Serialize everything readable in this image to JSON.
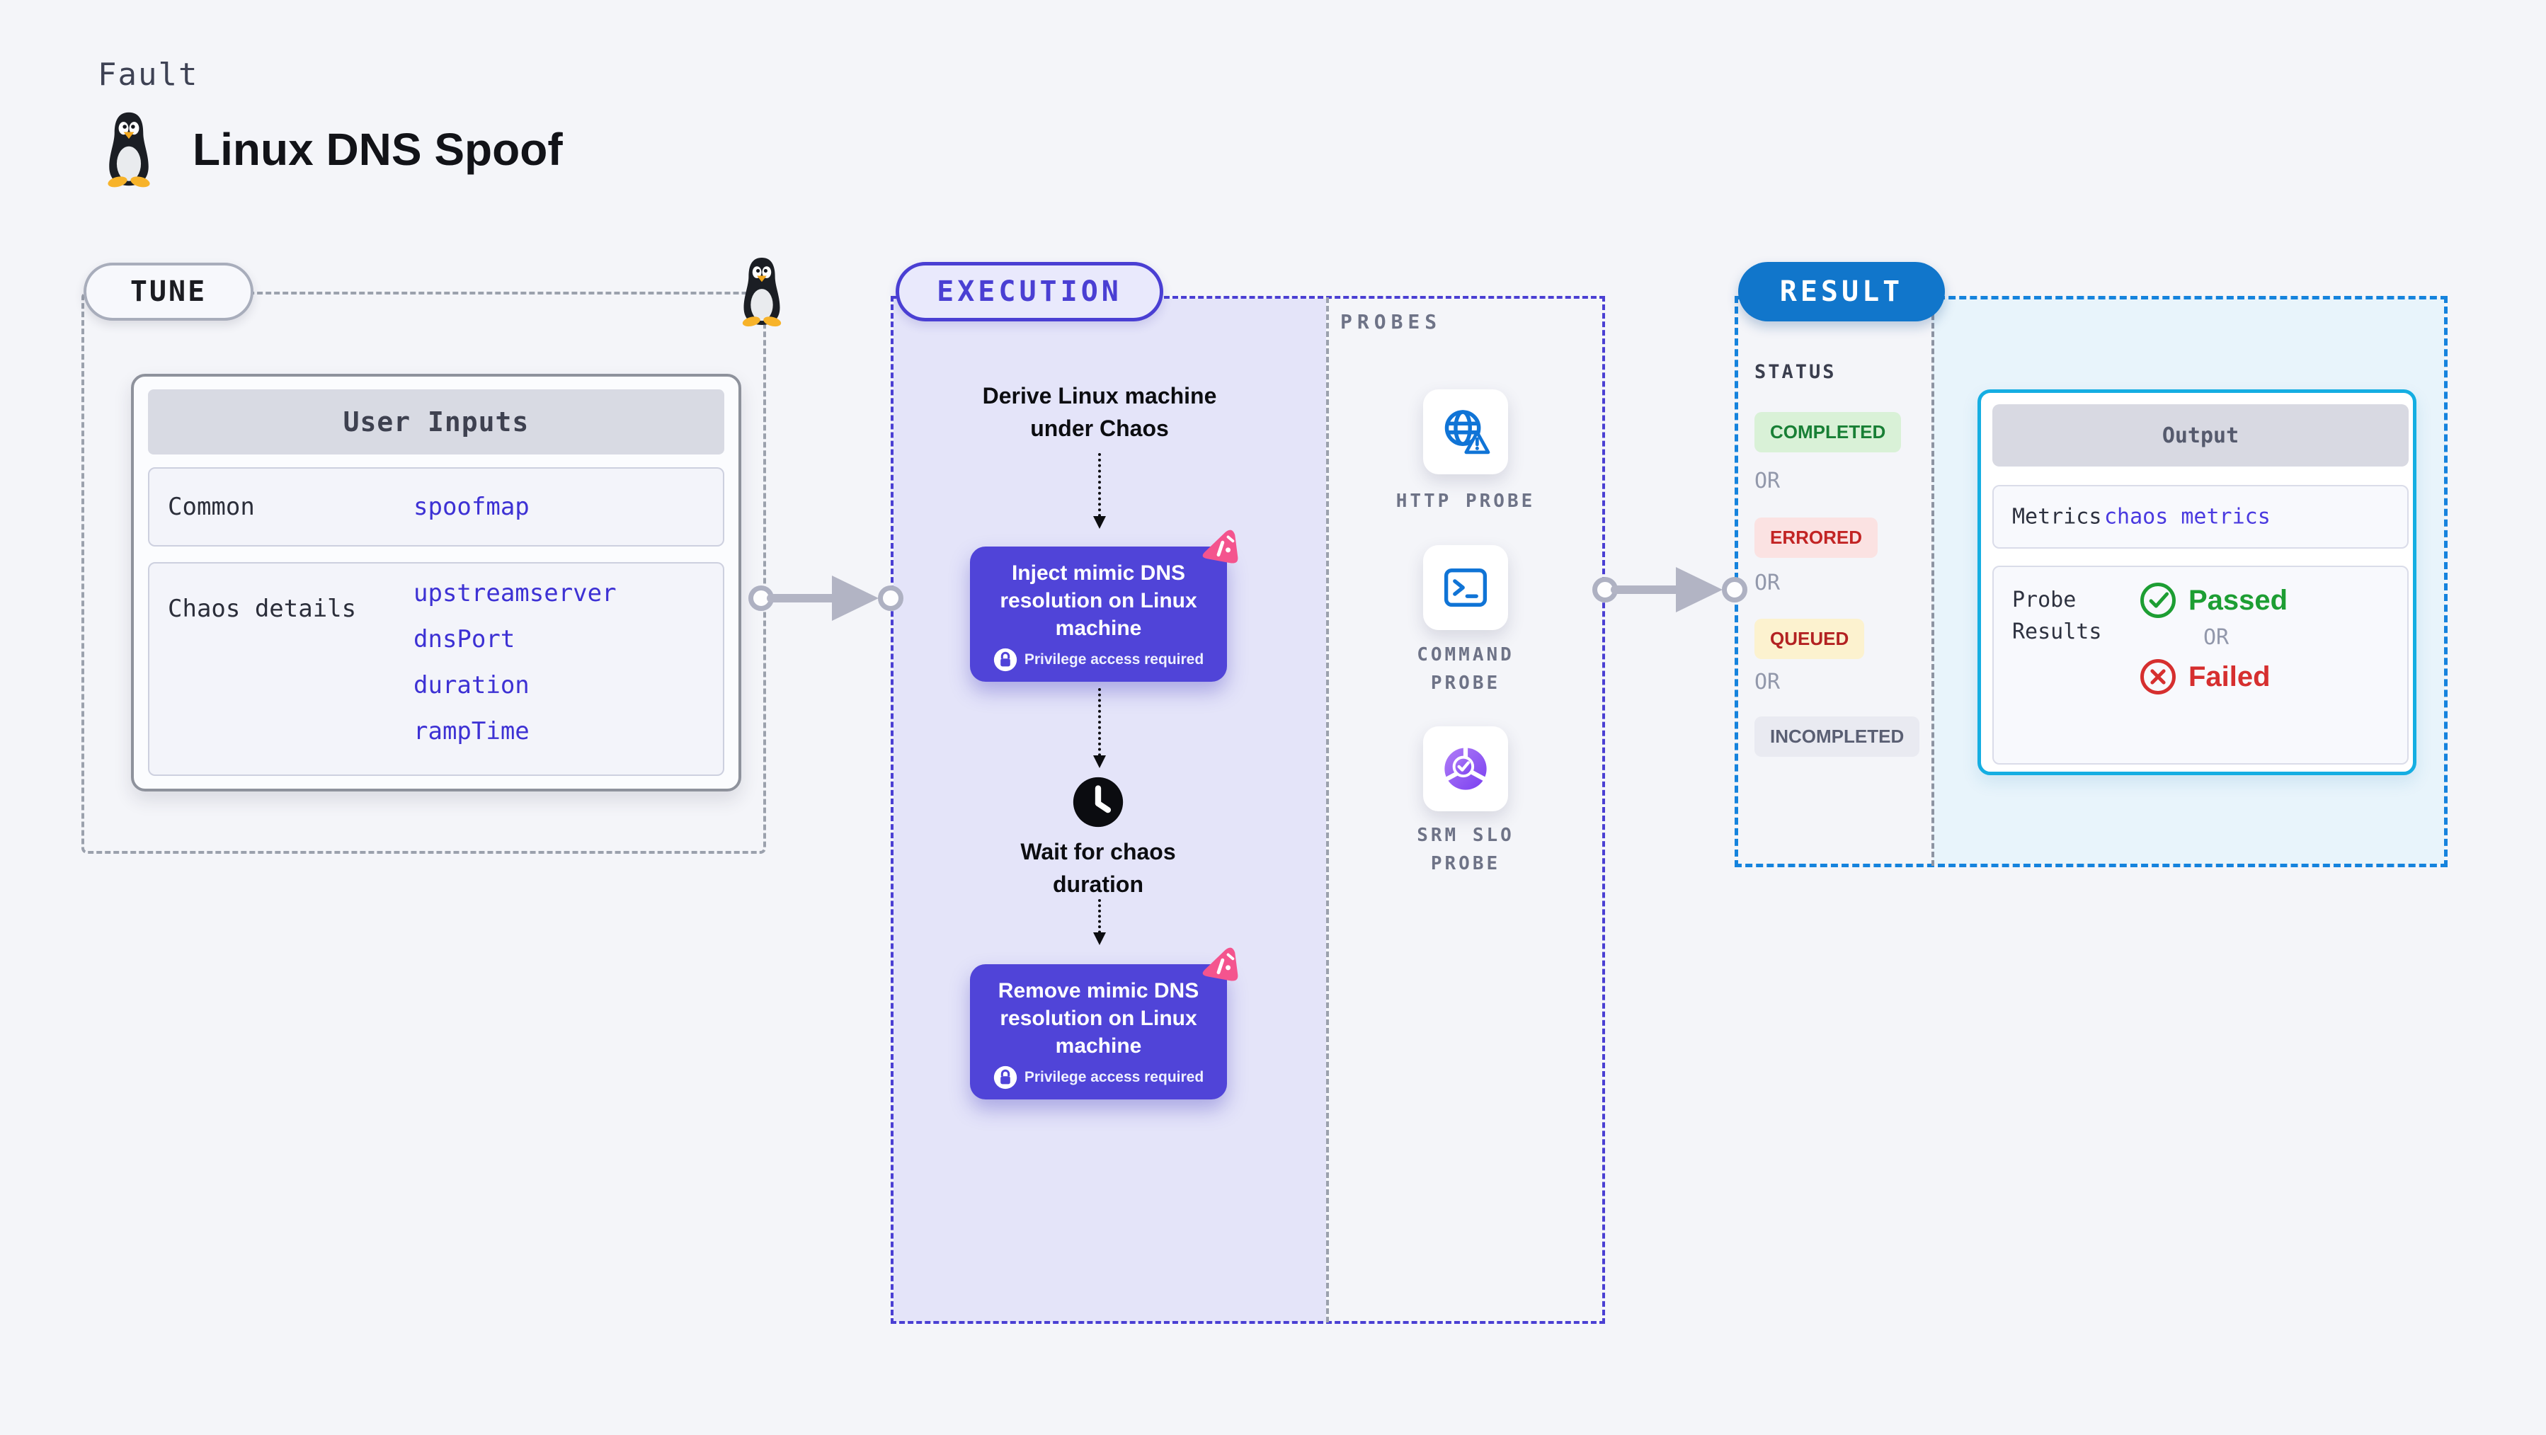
{
  "header": {
    "kicker": "Fault",
    "title": "Linux DNS Spoof"
  },
  "tune": {
    "pill": "TUNE",
    "table": {
      "header": "User Inputs",
      "rows": [
        {
          "label": "Common",
          "values": [
            "spoofmap"
          ]
        },
        {
          "label": "Chaos details",
          "values": [
            "upstreamserver",
            "dnsPort",
            "duration",
            "rampTime"
          ]
        }
      ]
    }
  },
  "execution": {
    "pill": "EXECUTION",
    "derive_step": "Derive Linux machine under Chaos",
    "inject_step": "Inject mimic DNS resolution on Linux machine",
    "wait_step": "Wait for chaos duration",
    "remove_step": "Remove mimic DNS resolution on Linux machine",
    "privilege_note": "Privilege access required"
  },
  "probes": {
    "label": "PROBES",
    "items": [
      "HTTP PROBE",
      "COMMAND PROBE",
      "SRM SLO PROBE"
    ]
  },
  "result": {
    "pill": "RESULT",
    "status": {
      "label": "STATUS",
      "or": "OR",
      "items": [
        "COMPLETED",
        "ERRORED",
        "QUEUED",
        "INCOMPLETED"
      ]
    },
    "output": {
      "header": "Output",
      "metrics_label": "Metrics",
      "metrics_value": "chaos metrics",
      "probe_results_label": "Probe Results",
      "passed": "Passed",
      "or": "OR",
      "failed": "Failed"
    }
  },
  "icons": [
    "tux-linux-icon",
    "chaos-paw-icon",
    "lock-icon",
    "clock-icon",
    "globe-alert-icon",
    "terminal-icon",
    "slo-donut-check-icon",
    "check-circle-icon",
    "x-circle-icon",
    "arrow-right-connector"
  ],
  "colors": {
    "page_bg": "#f4f5f9",
    "indigo_border": "#4a3fd3",
    "indigo_box": "#5044d8",
    "lavender_fill": "#e4e4f9",
    "result_blue": "#1176cb",
    "result_dash": "#1583dd",
    "cyan_fill": "#e8f4fb",
    "cyan_border": "#15aee2",
    "pink_paw": "#f4548e",
    "value_indigo": "#3d31d4",
    "passed_green": "#1d9e33",
    "failed_red": "#d62f2f",
    "completed_bg": "#d9f1d7",
    "completed_text": "#187f35",
    "errored_bg": "#fbe2e2",
    "errored_text": "#c22424",
    "queued_bg": "#fcf2cf",
    "queued_text": "#b32222",
    "incompleted_bg": "#e9eaf1",
    "incompleted_text": "#5a5f73",
    "arrow_gray": "#b2b4c4",
    "probe_icon_blue": "#1074d6"
  }
}
